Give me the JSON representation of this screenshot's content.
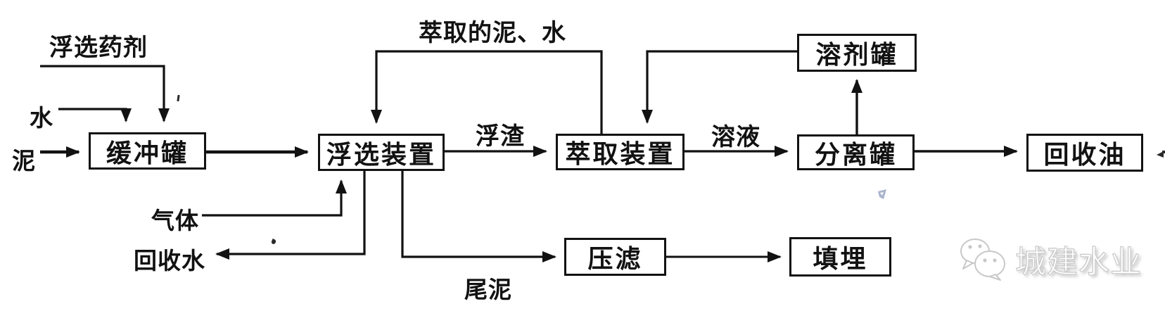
{
  "nodes": {
    "buffer_tank": {
      "label": "缓冲罐"
    },
    "flotation_unit": {
      "label": "浮选装置"
    },
    "extraction_unit": {
      "label": "萃取装置"
    },
    "separation_tank": {
      "label": "分离罐"
    },
    "recovered_oil": {
      "label": "回收油"
    },
    "solvent_tank": {
      "label": "溶剂罐"
    },
    "press_filter": {
      "label": "压滤"
    },
    "landfill": {
      "label": "填埋"
    }
  },
  "stream_labels": {
    "flotation_agent": "浮选药剂",
    "water": "水",
    "sludge": "泥",
    "extracted_mud_water": "萃取的泥、水",
    "scum": "浮渣",
    "solution": "溶液",
    "gas": "气体",
    "recovered_water": "回收水",
    "tail_sludge": "尾泥"
  },
  "edges": [
    {
      "from": "浮选药剂",
      "to": "缓冲罐",
      "label": ""
    },
    {
      "from": "水",
      "to": "缓冲罐",
      "label": ""
    },
    {
      "from": "泥",
      "to": "缓冲罐",
      "label": ""
    },
    {
      "from": "缓冲罐",
      "to": "浮选装置",
      "label": ""
    },
    {
      "from": "浮选装置",
      "to": "萃取装置",
      "label": "浮渣"
    },
    {
      "from": "萃取装置",
      "to": "浮选装置",
      "label": "萃取的泥、水"
    },
    {
      "from": "溶剂罐",
      "to": "萃取装置",
      "label": ""
    },
    {
      "from": "萃取装置",
      "to": "分离罐",
      "label": "溶液"
    },
    {
      "from": "分离罐",
      "to": "溶剂罐",
      "label": ""
    },
    {
      "from": "分离罐",
      "to": "回收油",
      "label": ""
    },
    {
      "from": "气体",
      "to": "浮选装置",
      "label": ""
    },
    {
      "from": "浮选装置",
      "to": "回收水",
      "label": ""
    },
    {
      "from": "浮选装置",
      "to": "压滤",
      "label": "尾泥"
    },
    {
      "from": "压滤",
      "to": "填埋",
      "label": ""
    }
  ],
  "watermark": {
    "text": "城建水业",
    "icon": "wechat-icon"
  },
  "colors": {
    "line": "#121212",
    "background": "#ffffff",
    "watermark_stroke": "#cccccc",
    "blue_artifact": "#9aa7c3"
  }
}
